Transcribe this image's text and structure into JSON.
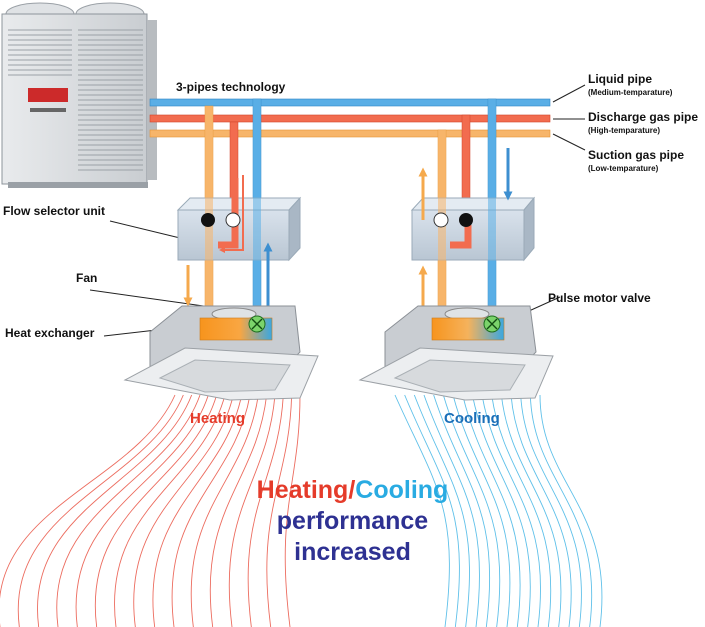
{
  "colors": {
    "liquid_pipe": "#5aaee6",
    "discharge_pipe": "#f26c4f",
    "suction_pipe": "#f7b56a",
    "heating": "#e53b2a",
    "cooling_word": "#1a6fb8",
    "cooling_big": "#29abe2",
    "performance": "#2e3192"
  },
  "labels": {
    "technology": "3-pipes  technology",
    "liquid_pipe": "Liquid pipe",
    "liquid_pipe_sub": "(Medium-temparature)",
    "discharge_pipe": "Discharge gas pipe",
    "discharge_pipe_sub": "(High-temparature)",
    "suction_pipe": "Suction gas pipe",
    "suction_pipe_sub": "(Low-temparature)",
    "flow_selector": "Flow selector unit",
    "fan": "Fan",
    "heat_exchanger": "Heat exchanger",
    "pulse_valve": "Pulse motor valve",
    "heating": "Heating",
    "cooling": "Cooling",
    "headline_heating": "Heating",
    "headline_slash": "/",
    "headline_cooling": "Cooling",
    "headline_line2": "performance",
    "headline_line3": "increased"
  },
  "icons": {
    "outdoor_unit": "outdoor-unit-icon",
    "indoor_cassette": "ceiling-cassette-icon",
    "valve": "valve-icon"
  }
}
